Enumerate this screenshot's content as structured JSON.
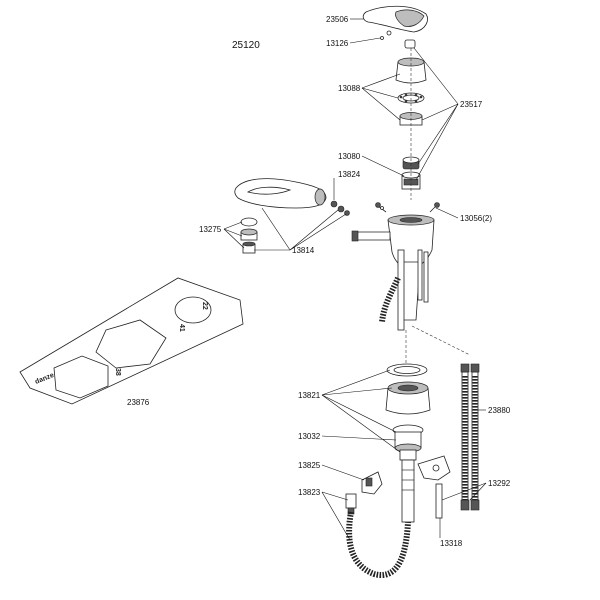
{
  "diagram": {
    "title": "25120",
    "labels": {
      "p23506": "23506",
      "p13126": "13126",
      "p13088": "13088",
      "p23517": "23517",
      "p13080": "13080",
      "p13824": "13824",
      "p13275": "13275",
      "p13814": "13814",
      "p13056": "13056(2)",
      "p23876": "23876",
      "p13821": "13821",
      "p13032": "13032",
      "p13825": "13825",
      "p13823": "13823",
      "p23880": "23880",
      "p13292": "13292",
      "p13318": "13318"
    },
    "plate": {
      "brand": "danze",
      "size_a": "22",
      "size_b": "41",
      "size_c": "38"
    }
  }
}
